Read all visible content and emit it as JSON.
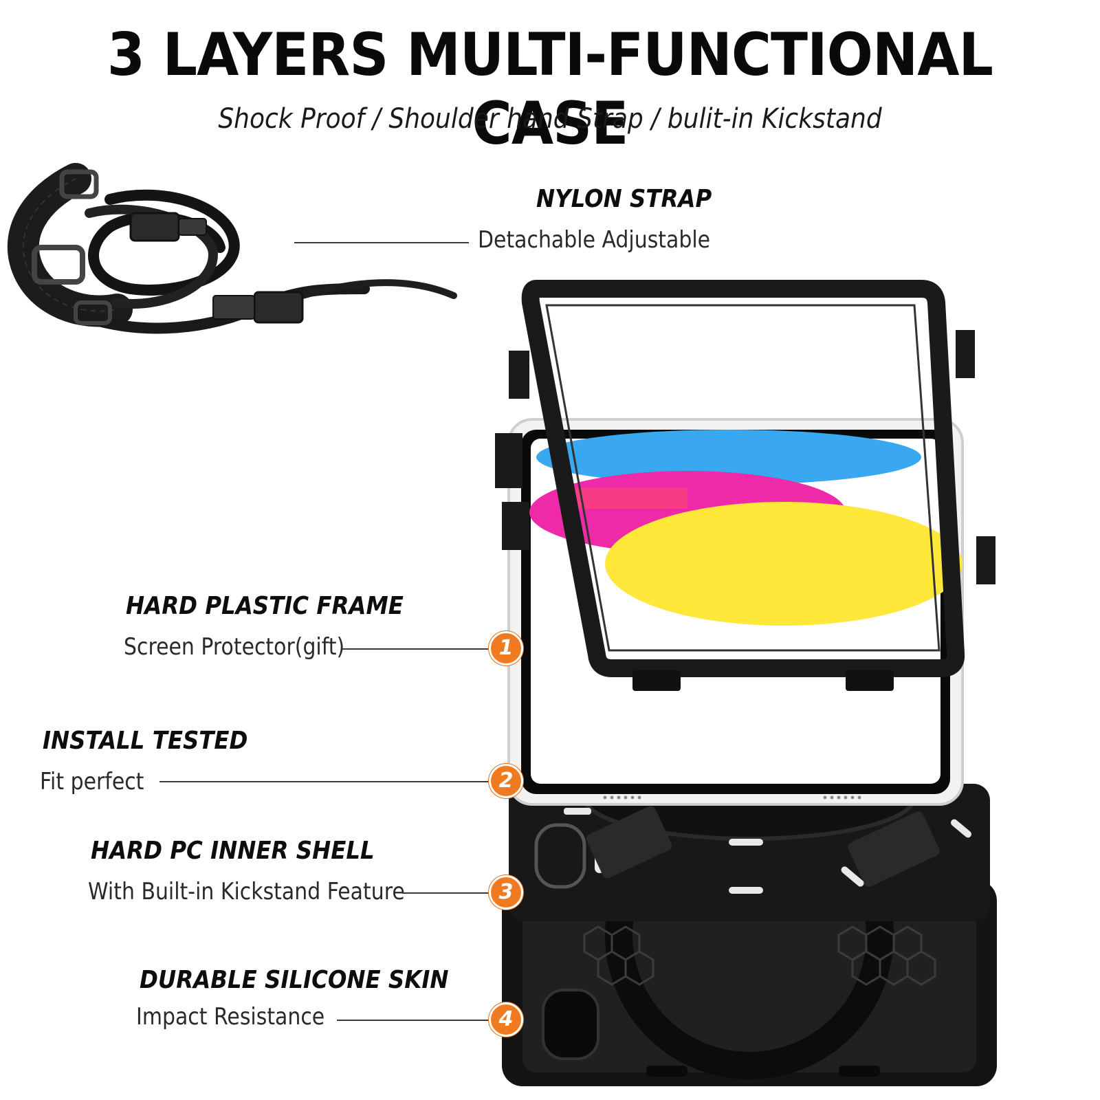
{
  "header": {
    "title": "3 LAYERS MULTI-FUNCTIONAL CASE",
    "subtitle": "Shock Proof / Shoulder hand Strap / bulit-in Kickstand"
  },
  "features": {
    "strap": {
      "heading": "NYLON STRAP",
      "desc": "Detachable Adjustable"
    },
    "frame": {
      "heading": "HARD PLASTIC FRAME",
      "desc": "Screen Protector(gift)",
      "badge": "1"
    },
    "install": {
      "heading": "INSTALL TESTED",
      "desc": "Fit perfect",
      "badge": "2"
    },
    "shell": {
      "heading": "HARD PC INNER SHELL",
      "desc": "With Built-in Kickstand Feature",
      "badge": "3"
    },
    "skin": {
      "heading": "DURABLE SILICONE SKIN",
      "desc": "Impact Resistance",
      "badge": "4"
    }
  },
  "colors": {
    "badge": "#f07a20",
    "case": "#1a1a1a",
    "screen_blue": "#3aa8f0",
    "screen_magenta": "#ee2aa8",
    "screen_yellow": "#ffe83a"
  },
  "icons": {
    "strap_image": "nylon-strap-image",
    "case_image": "exploded-tablet-case-image"
  }
}
